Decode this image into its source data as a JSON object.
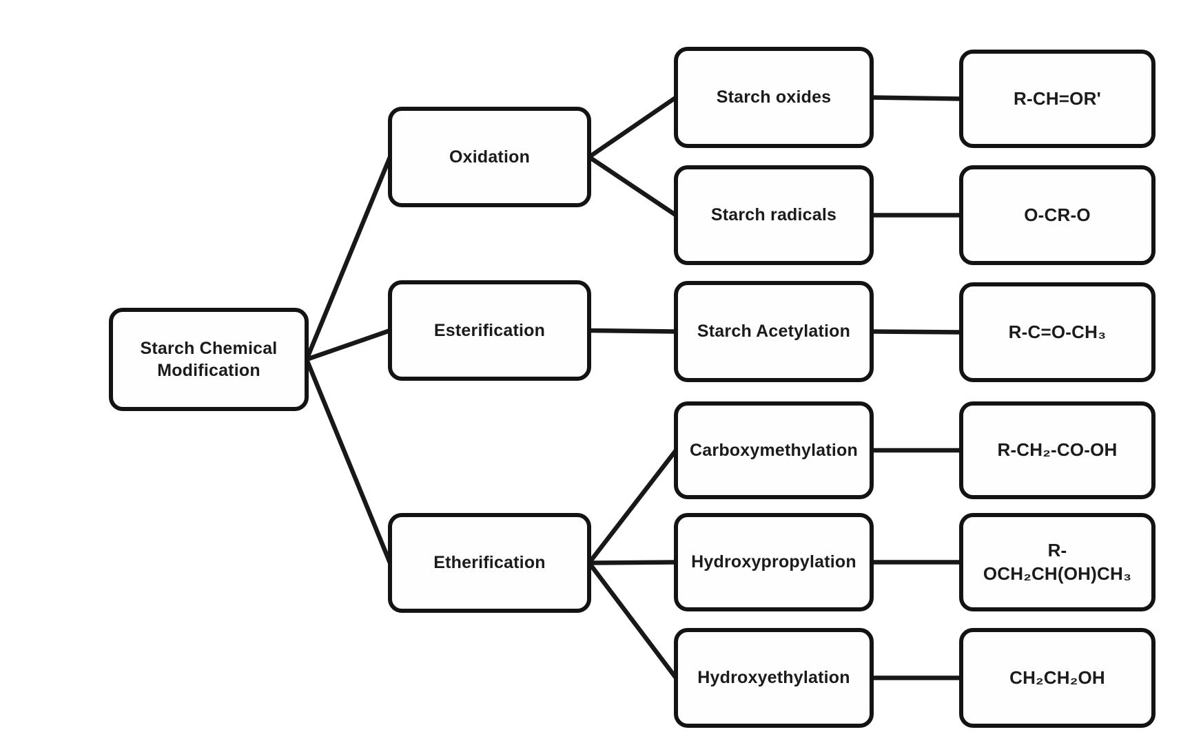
{
  "colors": {
    "background": "#ffffff",
    "box_fill": "#fefefe",
    "box_border": "#131313",
    "connector": "#181818",
    "text": "#1b1b1b"
  },
  "diagram": {
    "type": "flowchart",
    "nodes": {
      "root": {
        "label": "Starch Chemical Modification"
      },
      "oxidation": {
        "label": "Oxidation"
      },
      "esterification": {
        "label": "Esterification"
      },
      "etherification": {
        "label": "Etherification"
      },
      "starch_oxides": {
        "label": "Starch oxides"
      },
      "starch_radicals": {
        "label": "Starch radicals"
      },
      "starch_acetylation": {
        "label": "Starch Acetylation"
      },
      "carboxymethylation": {
        "label": "Carboxymethylation"
      },
      "hydroxypropylation": {
        "label": "Hydroxypropylation"
      },
      "hydroxyethylation": {
        "label": "Hydroxyethylation"
      },
      "formula_starch_oxides": {
        "label": "R-CH=OR'"
      },
      "formula_starch_radicals": {
        "label": "O-CR-O"
      },
      "formula_starch_acetylation": {
        "label": "R-C=O-CH₃"
      },
      "formula_carboxymethylation": {
        "label": "R-CH₂-CO-OH"
      },
      "formula_hydroxypropylation": {
        "label": "R-OCH₂CH(OH)CH₃"
      },
      "formula_hydroxyethylation": {
        "label": "CH₂CH₂OH"
      }
    },
    "edges": [
      {
        "from": "root",
        "to": "oxidation"
      },
      {
        "from": "root",
        "to": "esterification"
      },
      {
        "from": "root",
        "to": "etherification"
      },
      {
        "from": "oxidation",
        "to": "starch_oxides"
      },
      {
        "from": "oxidation",
        "to": "starch_radicals"
      },
      {
        "from": "esterification",
        "to": "starch_acetylation"
      },
      {
        "from": "etherification",
        "to": "carboxymethylation"
      },
      {
        "from": "etherification",
        "to": "hydroxypropylation"
      },
      {
        "from": "etherification",
        "to": "hydroxyethylation"
      },
      {
        "from": "starch_oxides",
        "to": "formula_starch_oxides"
      },
      {
        "from": "starch_radicals",
        "to": "formula_starch_radicals"
      },
      {
        "from": "starch_acetylation",
        "to": "formula_starch_acetylation"
      },
      {
        "from": "carboxymethylation",
        "to": "formula_carboxymethylation"
      },
      {
        "from": "hydroxypropylation",
        "to": "formula_hydroxypropylation"
      },
      {
        "from": "hydroxyethylation",
        "to": "formula_hydroxyethylation"
      }
    ]
  }
}
